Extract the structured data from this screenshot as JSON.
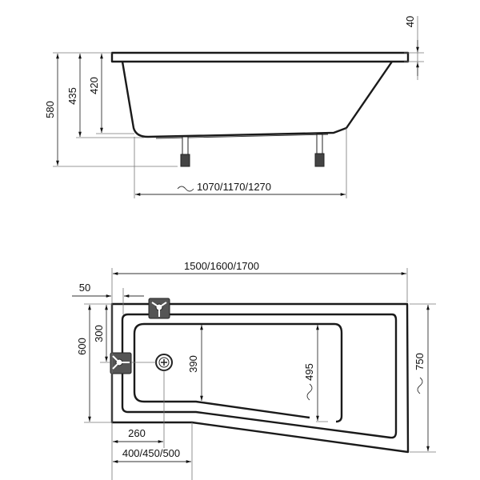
{
  "side_view": {
    "height_total": "580",
    "height_rim_a": "435",
    "height_rim_b": "420",
    "rim_thickness": "40",
    "length": "1070/1170/1270",
    "approx_symbol": "~"
  },
  "top_view": {
    "total_length": "1500/1600/1700",
    "rim_offset": "50",
    "width_narrow": "600",
    "valve_offset": "300",
    "basin_width_left": "390",
    "basin_width_right": "495",
    "total_width": "750",
    "drain_offset": "260",
    "narrow_length": "400/450/500",
    "approx_symbol": "~"
  }
}
